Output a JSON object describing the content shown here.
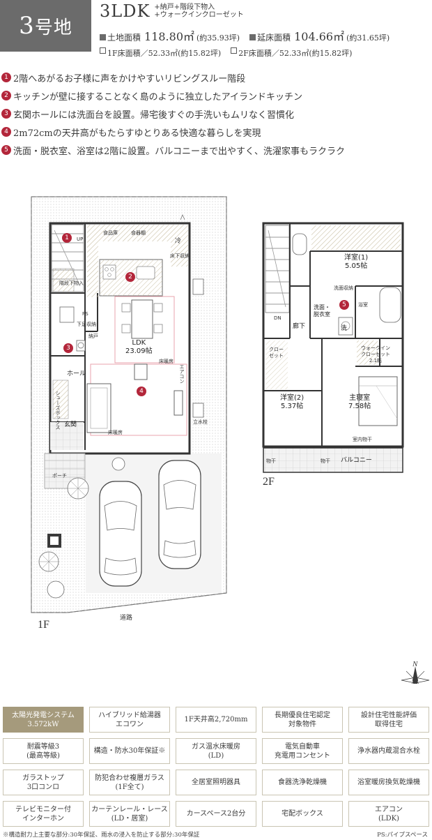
{
  "header": {
    "lot_number": "3",
    "lot_suffix": "号地",
    "layout_type": "3LDK",
    "layout_extra_line1": "+納戸+階段下物入",
    "layout_extra_line2": "+ウォークインクローゼット",
    "land_area_label": "土地面積",
    "land_area_value": "118.80㎡",
    "land_area_tsubo": "(約35.93坪)",
    "floor_area_label": "延床面積",
    "floor_area_value": "104.66㎡",
    "floor_area_tsubo": "(約31.65坪)",
    "floor1_area": "1F床面積／52.33㎡(約15.82坪)",
    "floor2_area": "2F床面積／52.33㎡(約15.82坪)"
  },
  "features": [
    {
      "num": "1",
      "text": "2階へあがるお子様に声をかけやすいリビングスルー階段"
    },
    {
      "num": "2",
      "text": "キッチンが壁に接することなく島のように独立したアイランドキッチン"
    },
    {
      "num": "3",
      "text": "玄関ホールには洗面台を設置。帰宅後すぐの手洗いもムリなく習慣化"
    },
    {
      "num": "4",
      "text": "2m72cmの天井高がもたらすゆとりある快適な暮らしを実現"
    },
    {
      "num": "5",
      "text": "洗面・脱衣室、浴室は2階に設置。バルコニーまで出やすく、洗濯家事もラクラク"
    }
  ],
  "plan": {
    "floor1_label": "1F",
    "floor2_label": "2F",
    "road_label": "道路",
    "compass_label": "N",
    "f1": {
      "ldk": "LDK",
      "ldk_size": "23.09帖",
      "hall": "ホール",
      "entrance": "玄関",
      "porch": "ポーチ",
      "storage": "納戸",
      "pantry": "食品庫",
      "cupboard": "食器棚",
      "fridge": "冷",
      "floor_storage": "床下収納",
      "under_stairs": "階段下物入",
      "coat": "下足収納",
      "shoe_cabinet": "シューズボックス",
      "floor_heating": "床暖房",
      "floor_heating2": "床暖房",
      "aircon": "エアコン",
      "faucet": "立水栓",
      "up": "UP",
      "ps": "PS"
    },
    "f2": {
      "room1": "洋室(1)",
      "room1_size": "5.05帖",
      "room2": "洋室(2)",
      "room2_size": "5.37帖",
      "master": "主寝室",
      "master_size": "7.58帖",
      "washroom": "洗面・",
      "washroom2": "脱衣室",
      "wash": "洗",
      "bath": "浴室",
      "corridor": "廊下",
      "wic": "ウォークイン",
      "wic2": "クローゼット",
      "wic_size": "2.1帖",
      "closet": "クロー",
      "closet2": "ゼット",
      "washstand": "洗面収納",
      "balcony": "バルコニー",
      "dryer": "室内物干",
      "dn": "DN",
      "hanger1": "物干",
      "hanger2": "物干"
    }
  },
  "equipment": [
    [
      "太陽光発電システム 3.572kW",
      "ハイブリッド給湯器 エコワン",
      "1F天井高2,720mm",
      "長期優良住宅認定 対象物件",
      "設計住宅性能評価 取得住宅"
    ],
    [
      "耐震等級3 (最高等級)",
      "構造・防水30年保証※",
      "ガス温水床暖房 (LD)",
      "電気自動車 充電用コンセント",
      "浄水器内蔵混合水栓"
    ],
    [
      "ガラストップ 3口コンロ",
      "防犯合わせ複層ガラス (1F全て)",
      "全居室照明器具",
      "食器洗浄乾燥機",
      "浴室暖房換気乾燥機"
    ],
    [
      "テレビモニター付 インターホン",
      "カーテンレール・レース (LD・居室)",
      "カースペース2台分",
      "宅配ボックス",
      "エアコン (LDK)"
    ]
  ],
  "footnote": "※構造耐力上主要な部分:30年保証、雨水の浸入を防止する部分:30年保証",
  "ps_note": "PS:パイプスペース",
  "colors": {
    "accent": "#b3263a",
    "badge": "#6b6b6b",
    "highlight": "#a59a7c"
  }
}
